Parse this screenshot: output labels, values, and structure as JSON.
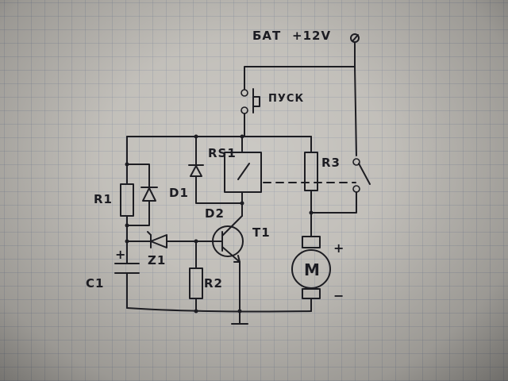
{
  "labels": {
    "battery": "БАТ",
    "voltage": "+12V",
    "start_button": "ПУСК",
    "relay": "RS1",
    "r1": "R1",
    "r2": "R2",
    "r3": "R3",
    "d1": "D1",
    "d2": "D2",
    "z1": "Z1",
    "c1": "C1",
    "c1_plus": "+",
    "t1": "T1",
    "motor": "M",
    "motor_plus": "+",
    "motor_minus": "−"
  }
}
